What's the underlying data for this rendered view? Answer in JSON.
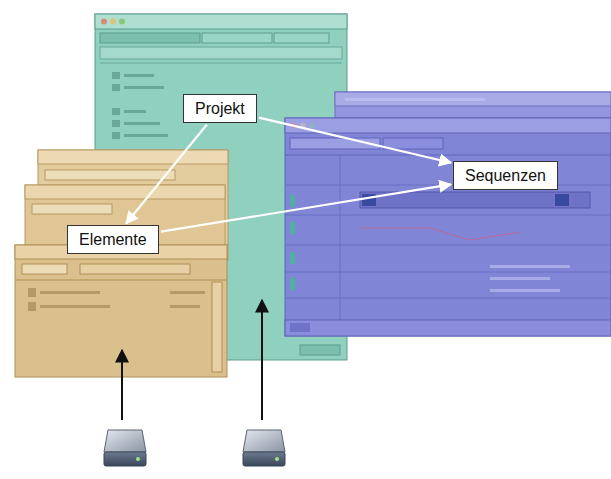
{
  "diagram": {
    "nodes": [
      {
        "text": [
          "Projekt"
        ]
      },
      {
        "text": [
          "Elemente"
        ]
      },
      {
        "text": [
          "Sequenzen"
        ]
      }
    ],
    "edges": [
      {
        "from": 0,
        "to": 1,
        "arrow": "to"
      },
      {
        "from": 0,
        "to": 2,
        "arrow": "to"
      },
      {
        "from": 1,
        "to": 2,
        "arrow": "to"
      }
    ]
  }
}
